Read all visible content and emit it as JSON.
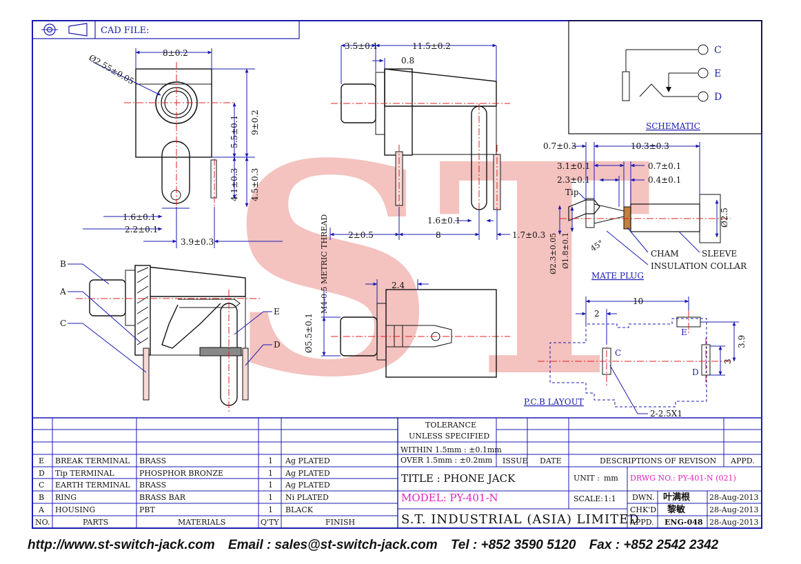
{
  "header": {
    "cad_file_label": "CAD FILE:"
  },
  "watermark": {
    "text": "ST",
    "color": "#f0a9a4"
  },
  "colors": {
    "frame": "#1a1ab0",
    "dimension": "#1a1ab0",
    "centerline": "#e02020",
    "outline": "#111111",
    "magenta": "#e020c0"
  },
  "dimensions": {
    "front_width": "8±0.2",
    "hole_dia": "Ø2.55±0.05",
    "height_total": "9±0.2",
    "height_center": "5.5±0.1",
    "pin_len_a": "4.1±0.3",
    "pin_len_b": "4.5±0.3",
    "pin_w_a": "1.6±0.1",
    "pin_w_b": "2.2±0.1",
    "pin_spacing": "3.9±0.3",
    "side_nose": "3.5±0.1",
    "side_len": "11.5±0.2",
    "side_step": "0.8",
    "side_pin_off": "2±0.5",
    "side_pin_span": "8",
    "side_pin_w": "1.6±0.1",
    "side_pin_off2": "1.7±0.3",
    "thread": "M4-0.5 METRIC THREAD",
    "top_24": "2.4",
    "top_dia": "Ø5.5±0.1"
  },
  "schematic": {
    "title": "SCHEMATIC",
    "labels": [
      "C",
      "E",
      "D"
    ]
  },
  "mate_plug": {
    "title": "MATE PLUG",
    "dims": [
      "0.7±0.3",
      "10.3±0.3",
      "3.1±0.1",
      "0.7±0.1",
      "2.3±0.1",
      "0.4±0.1",
      "Ø2.5",
      "Ø2.3±0.05",
      "Ø1.8±0.1",
      "45°"
    ],
    "callouts": [
      "Tip",
      "CHAM",
      "SLEEVE",
      "INSULATION COLLAR"
    ]
  },
  "pcb_layout": {
    "title": "P.C.B LAYOUT",
    "dims": [
      "10",
      "2",
      "3.9",
      "3",
      "2-2.5X1"
    ],
    "labels": [
      "E",
      "C",
      "D"
    ]
  },
  "side_labels": [
    "A",
    "B",
    "C",
    "D",
    "E"
  ],
  "bom": {
    "headers": [
      "NO.",
      "PARTS",
      "MATERIALS",
      "Q'TY",
      "FINISH"
    ],
    "rows": [
      {
        "no": "E",
        "part": "BREAK TERMINAL",
        "material": "BRASS",
        "qty": "1",
        "finish": "Ag PLATED"
      },
      {
        "no": "D",
        "part": "Tip TERMINAL",
        "material": "PHOSPHOR BRONZE",
        "qty": "1",
        "finish": "Ag PLATED"
      },
      {
        "no": "C",
        "part": "EARTH TERMINAL",
        "material": "BRASS",
        "qty": "1",
        "finish": "Ag PLATED"
      },
      {
        "no": "B",
        "part": "RING",
        "material": "BRASS BAR",
        "qty": "1",
        "finish": "Ni PLATED"
      },
      {
        "no": "A",
        "part": "HOUSING",
        "material": "PBT",
        "qty": "1",
        "finish": "BLACK"
      }
    ]
  },
  "tolerance": {
    "title": "TOLERANCE",
    "subtitle": "UNLESS SPECIFIED",
    "line1": "WITHIN 1.5mm : ±0.1mm",
    "line2": "OVER 1.5mm : ±0.2mm"
  },
  "revision": {
    "issue": "ISSUE",
    "date": "DATE",
    "desc": "DESCRIPTIONS OF REVISON",
    "appd": "APPD."
  },
  "title_block": {
    "title": "TITLE : PHONE JACK",
    "unit_label": "UNIT :",
    "unit": "mm",
    "drwg": "DRWG NO.: PY-401-N (021)",
    "model": "MODEL: PY-401-N",
    "scale_label": "SCALE:",
    "scale": "1:1",
    "company": "S.T. INDUSTRIAL (ASIA) LIMITED",
    "dwn_label": "DWN.",
    "dwn_name": "叶满根",
    "dwn_date": "28-Aug-2013",
    "chk_label": "CHK'D",
    "chk_name": "黎敏",
    "chk_date": "28-Aug-2013",
    "appd_label": "APPD.",
    "appd_name": "ENG-048",
    "appd_date": "28-Aug-2013"
  },
  "footer": {
    "url": "http://www.st-switch-jack.com",
    "email": "Email : sales@st-switch-jack.com",
    "tel": "Tel : +852 3590 5120",
    "fax": "Fax : +852 2542 2342"
  }
}
